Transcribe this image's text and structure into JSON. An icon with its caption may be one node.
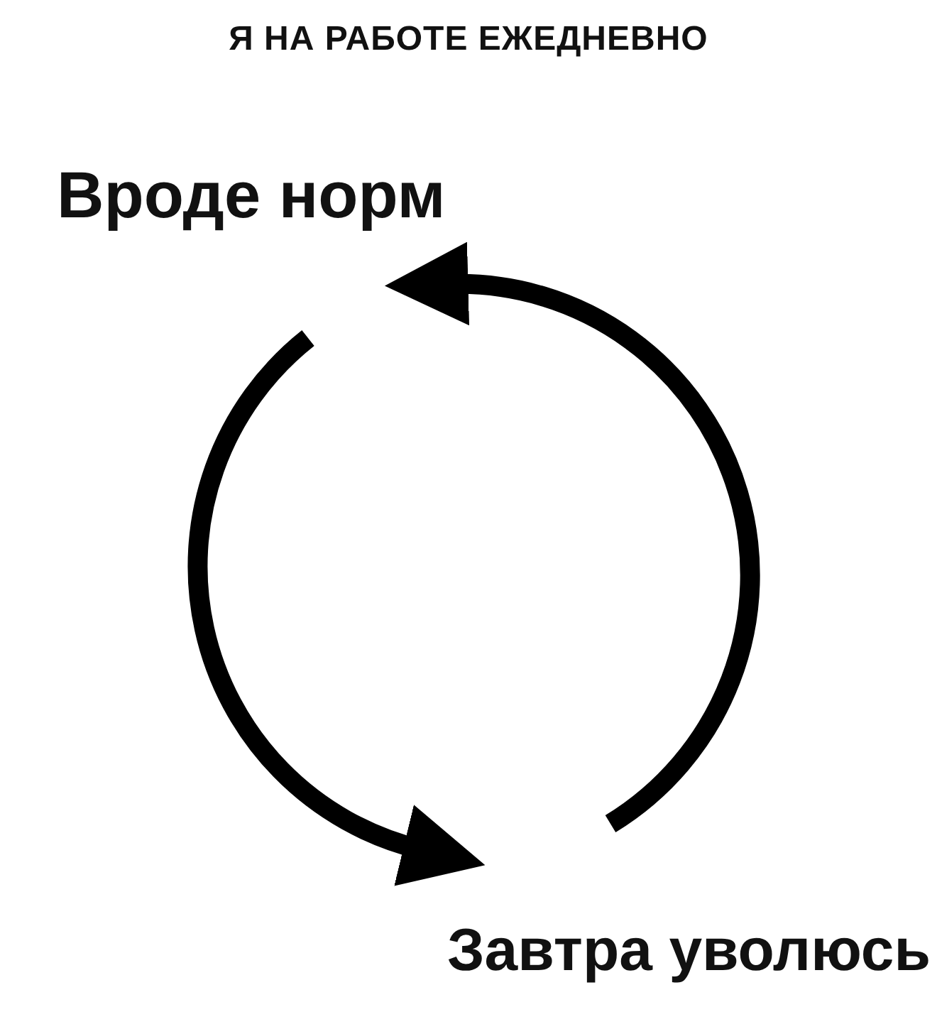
{
  "diagram": {
    "title": "Я НА РАБОТЕ ЕЖЕДНЕВНО",
    "nodes": [
      {
        "text": [
          "Вроде норм"
        ]
      },
      {
        "text": [
          "Завтра уволюсь"
        ]
      }
    ],
    "edges": [
      {
        "from": 0,
        "to": 1,
        "arrow": "to"
      },
      {
        "from": 1,
        "to": 0,
        "arrow": "to"
      }
    ]
  }
}
